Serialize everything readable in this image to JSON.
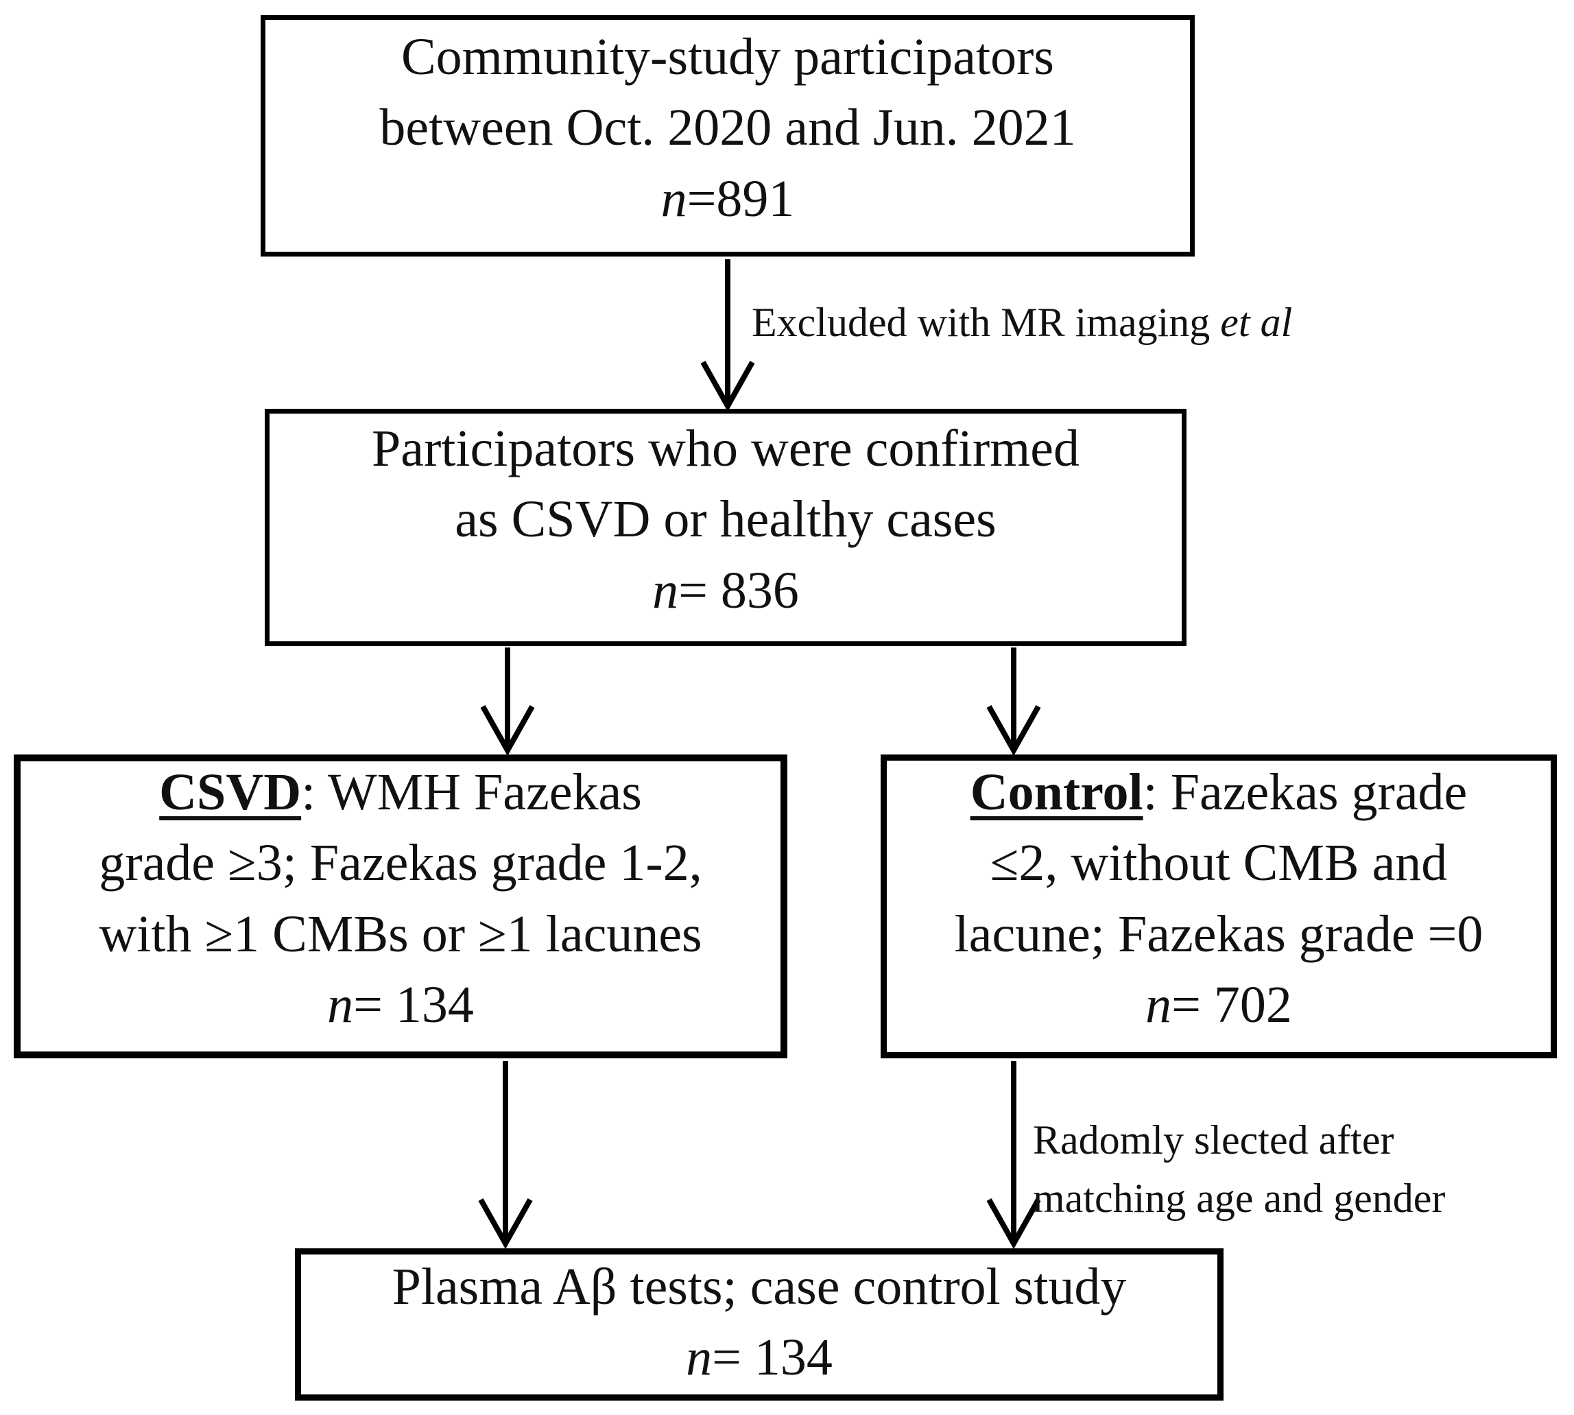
{
  "boxes": {
    "recruitment": {
      "line1": "Community-study participators",
      "line2": "between Oct. 2020 and Jun. 2021",
      "n_italic": "n",
      "n_text": "=891"
    },
    "confirmed": {
      "line1": "Participators who were confirmed",
      "line2": "as CSVD or healthy cases",
      "n_italic": "n",
      "n_text": "= 836"
    },
    "csvd": {
      "keyword": "CSVD",
      "keyword_suffix": ": WMH Fazekas",
      "line2": "grade ≥3; Fazekas grade 1-2,",
      "line3": "with ≥1 CMBs or ≥1 lacunes",
      "n_italic": "n",
      "n_text": "= 134"
    },
    "control": {
      "keyword": "Control",
      "keyword_suffix": ": Fazekas grade",
      "line2": "≤2, without CMB and",
      "line3": "lacune; Fazekas grade =0",
      "n_italic": "n",
      "n_text": "= 702"
    },
    "outcome": {
      "line1": "Plasma Aβ tests; case control study",
      "n_italic": "n",
      "n_text": "= 134"
    }
  },
  "labels": {
    "exclusion": {
      "text": "Excluded with MR imaging",
      "italic": "et al"
    },
    "selection": {
      "line1": "Radomly slected after",
      "line2": "matching age and gender"
    }
  },
  "colors": {
    "line": "#000000",
    "background": "#ffffff",
    "text": "#111111"
  }
}
